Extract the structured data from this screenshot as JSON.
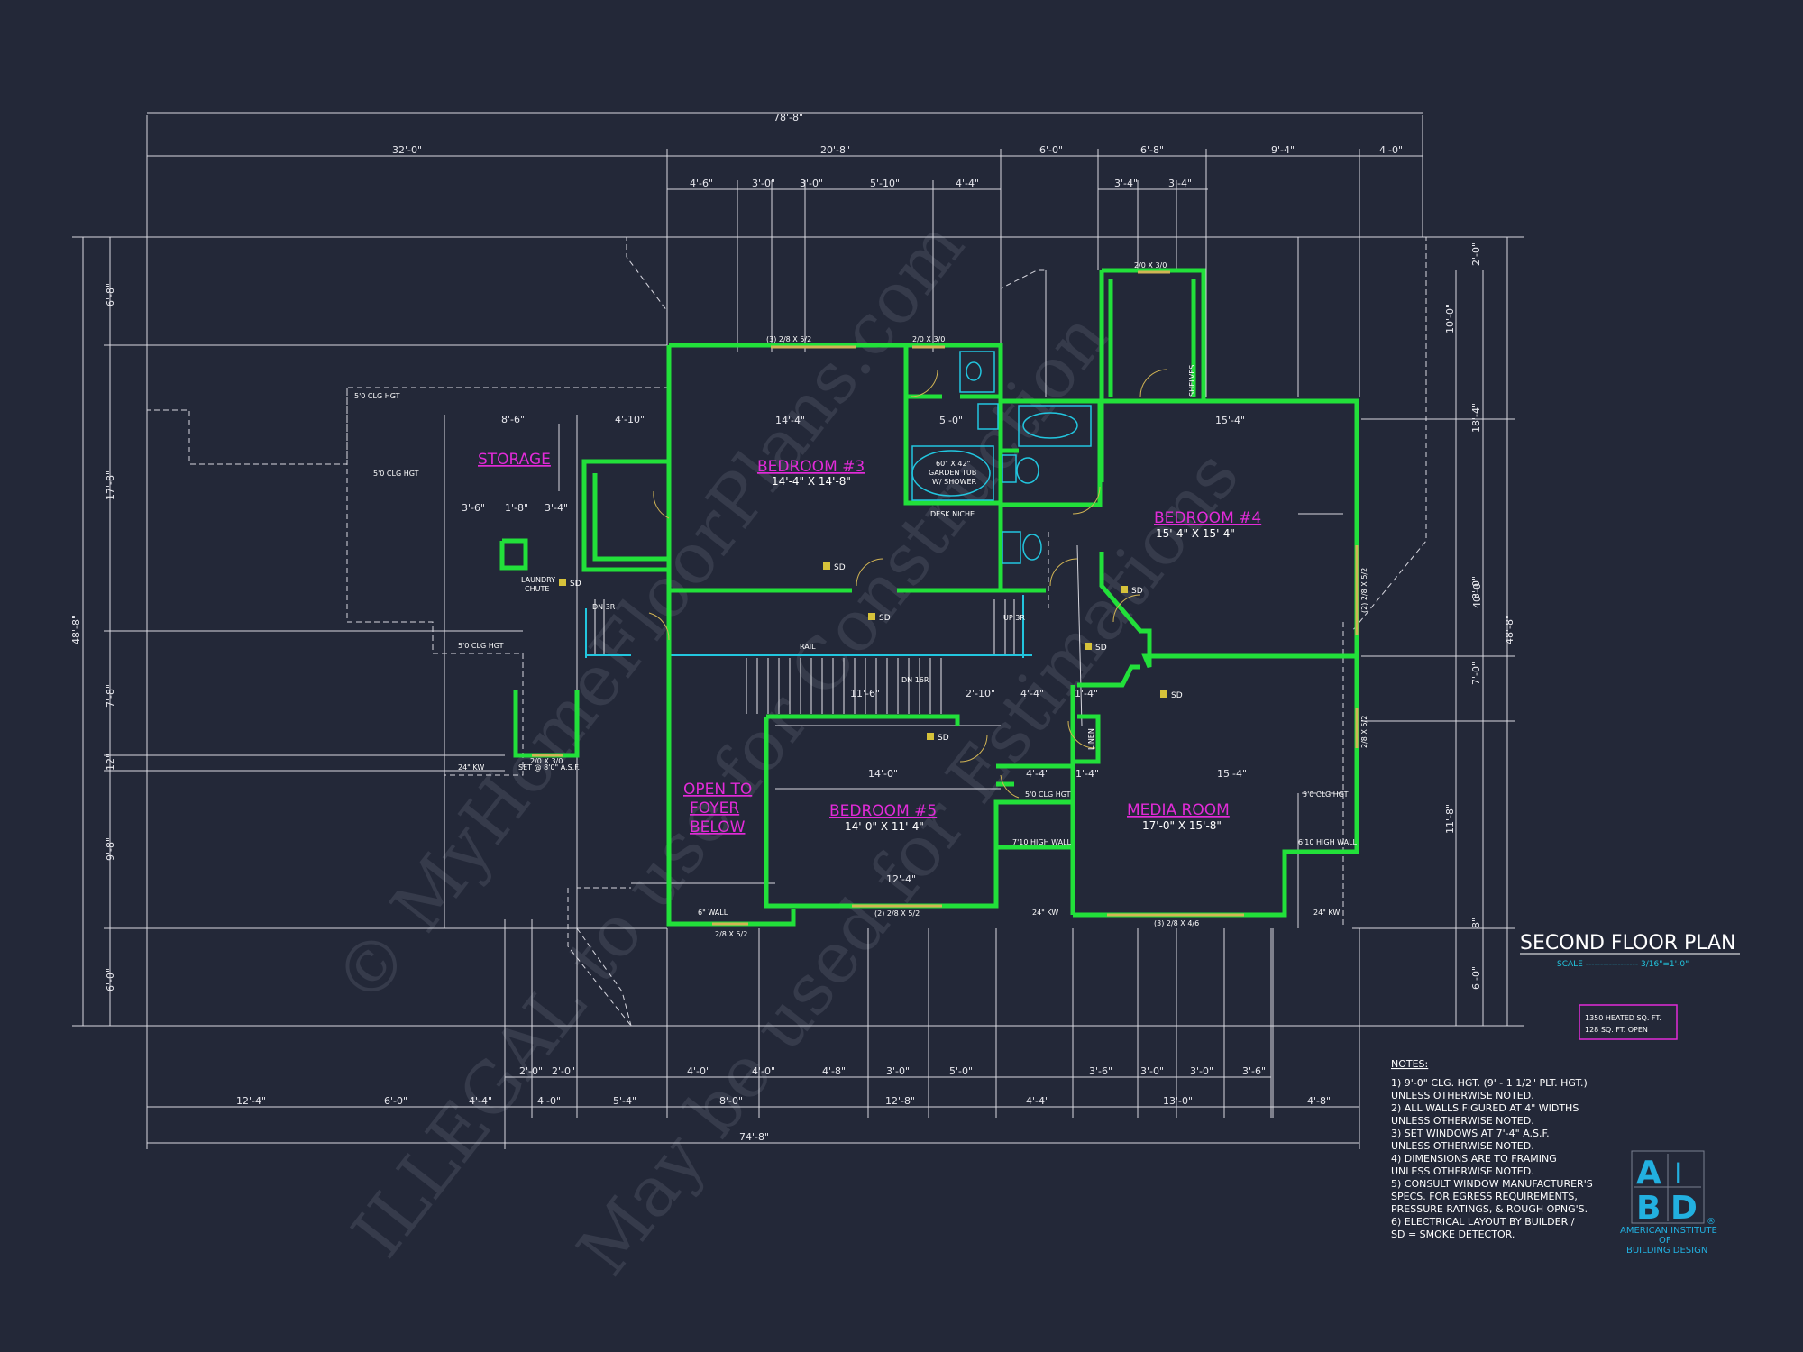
{
  "watermark": {
    "lines": [
      "© MyHomeFloorPlans.com",
      "ILLEGAL to use for Construction",
      "May be used for Estimations"
    ]
  },
  "dimensions": {
    "top_overall": "78'-8\"",
    "top_row1": [
      "32'-0\"",
      "20'-8\"",
      "6'-0\"",
      "6'-8\"",
      "9'-4\"",
      "4'-0\""
    ],
    "top_row2": [
      "4'-6\"",
      "3'-0\"",
      "3'-0\"",
      "5'-10\"",
      "4'-4\"",
      "3'-4\"",
      "3'-4\""
    ],
    "bottom_row1": [
      "2'-0\"",
      "2'-0\"",
      "4'-0\"",
      "4'-0\"",
      "4'-8\"",
      "3'-0\"",
      "5'-0\"",
      "3'-6\"",
      "3'-0\"",
      "3'-0\"",
      "3'-6\""
    ],
    "bottom_row2": [
      "12'-4\"",
      "6'-0\"",
      "4'-4\"",
      "4'-0\"",
      "5'-4\"",
      "8'-0\"",
      "12'-8\"",
      "4'-4\"",
      "13'-0\"",
      "4'-8\""
    ],
    "bottom_overall": "74'-8\"",
    "left_overall": "48'-8\"",
    "left_row": [
      "6'-8\"",
      "17'-8\"",
      "7'-8\"",
      "12\"",
      "9'-8\"",
      "6'-0\""
    ],
    "right_overall": "48'-8\"",
    "right_row1": [
      "2'-0\"",
      "18'-4\"",
      "3'-0\"",
      "7'-0\"",
      "8\"",
      "6'-0\""
    ],
    "right_row2": [
      "10'-0\"",
      "40'-0\"",
      "11'-8\""
    ]
  },
  "rooms": {
    "storage": {
      "name": "STORAGE"
    },
    "bedroom3": {
      "name": "BEDROOM #3",
      "size": "14'-4\" X 14'-8\""
    },
    "bedroom4": {
      "name": "BEDROOM #4",
      "size": "15'-4\" X 15'-4\""
    },
    "bedroom5": {
      "name": "BEDROOM #5",
      "size": "14'-0\" X 11'-4\""
    },
    "media": {
      "name": "MEDIA ROOM",
      "size": "17'-0\" X 15'-8\""
    },
    "foyer": {
      "line1": "OPEN TO",
      "line2": "FOYER",
      "line3": "BELOW"
    }
  },
  "labels": {
    "clg1": "5'0 CLG HGT",
    "clg2": "5'0 CLG HGT",
    "clg3": "5'0 CLG HGT",
    "clg4": "5'0 CLG HGT",
    "clg5": "5'0 CLG HGT",
    "laundry": "LAUNDRY",
    "chute": "CHUTE",
    "garden_tub": "60\" X 42\"",
    "garden_tub2": "GARDEN TUB",
    "garden_tub3": "W/ SHOWER",
    "desk_niche": "DESK NICHE",
    "rail": "RAIL",
    "dn3r": "DN 3R",
    "up3r": "UP 3R",
    "dn16r": "DN 16R",
    "linen": "LINEN",
    "shelves": "SHELVES",
    "wall6": "6\" WALL",
    "kw24a": "24\" KW",
    "kw24b": "24\" KW",
    "kw24c": "24\" KW",
    "highwall1": "7'10 HIGH WALL",
    "highwall2": "6'10 HIGH WALL",
    "win1": "(3) 2/8 X 5/2",
    "win2": "2/0 X 3/0",
    "win3": "2/0 X 3/0",
    "win4": "(2) 2/8 X 5/2",
    "win5": "2/8 X 5/2",
    "win6": "(3) 2/8 X 4/6",
    "win7": "2/8 X 5/2",
    "win8": "(2) 2/8 X 5/2",
    "win9": "2/0 X 3/0",
    "set_asf": "SET @ 8'0\" A.S.F.",
    "sd": "SD",
    "room_dims": [
      "8'-6\"",
      "4'-10\"",
      "3'-6\"",
      "1'-8\"",
      "3'-4\"",
      "14'-4\"",
      "5'-0\"",
      "15'-4\"",
      "14'-0\"",
      "15'-4\"",
      "12'-4\"",
      "11'-6\"",
      "2'-10\"",
      "4'-4\"",
      "1'-4\"",
      "4'-4\"",
      "1'-4\""
    ]
  },
  "drawing": {
    "title": "SECOND FLOOR PLAN",
    "scale": "SCALE ------------------ 3/16\"=1'-0\"",
    "area1": "1350 HEATED SQ. FT.",
    "area2": "128 SQ. FT. OPEN"
  },
  "notes": {
    "header": "NOTES:",
    "items": [
      "1) 9'-0\"  CLG. HGT. (9' - 1 1/2\" PLT. HGT.)",
      "    UNLESS OTHERWISE NOTED.",
      "2) ALL  WALLS FIGURED AT 4\" WIDTHS",
      "    UNLESS OTHERWISE NOTED.",
      "3) SET WINDOWS AT 7'-4\" A.S.F.",
      "    UNLESS OTHERWISE NOTED.",
      "4) DIMENSIONS ARE TO FRAMING",
      "    UNLESS OTHERWISE NOTED.",
      "5) CONSULT WINDOW MANUFACTURER'S",
      "    SPECS. FOR EGRESS REQUIREMENTS,",
      "    PRESSURE RATINGS, & ROUGH OPNG'S.",
      "6) ELECTRICAL LAYOUT BY BUILDER /",
      "    SD = SMOKE DETECTOR."
    ]
  },
  "logo": {
    "letters": [
      "A",
      "I",
      "B",
      "D"
    ],
    "line1": "AMERICAN INSTITUTE",
    "line2": "OF",
    "line3": "BUILDING DESIGN",
    "reg": "®"
  },
  "colors": {
    "background": "#232838",
    "walls": "#22e03a",
    "room_label": "#e22bd8",
    "accent": "#22b0e0"
  }
}
